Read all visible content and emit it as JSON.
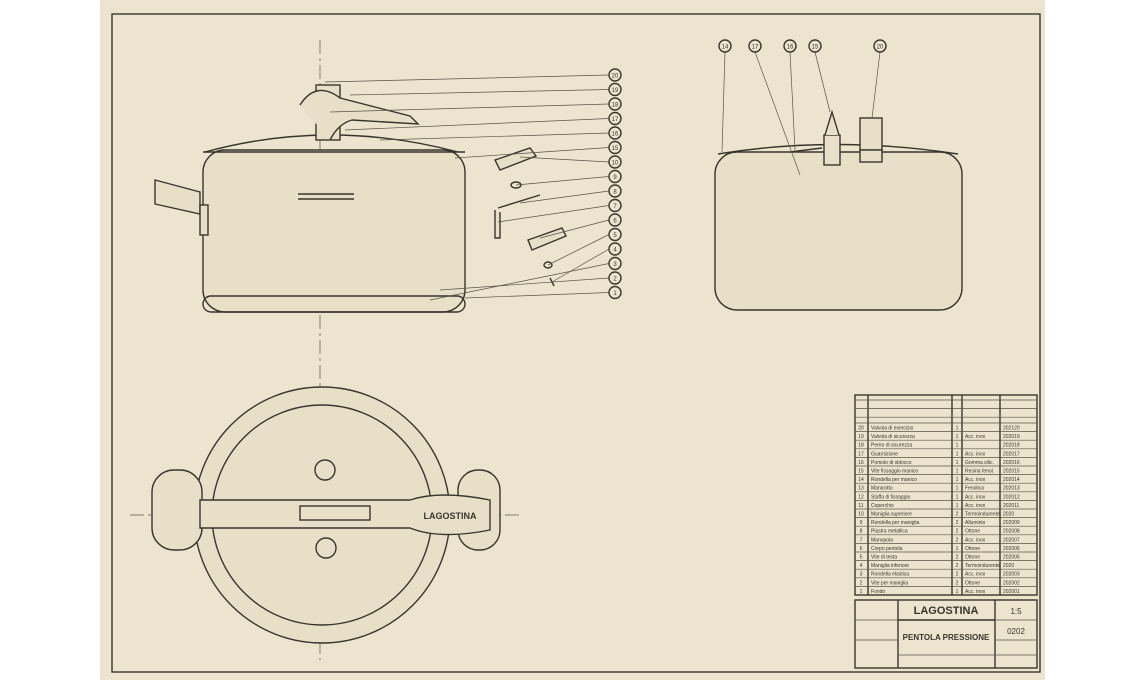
{
  "title_block": {
    "brand": "LAGOSTINA",
    "drawing_title": "PENTOLA PRESSIONE",
    "scale": "1:5",
    "number": "0202"
  },
  "pot_lid_label": "LAGOSTINA",
  "side_view_callouts": [
    "20",
    "19",
    "18",
    "17",
    "16",
    "15",
    "10",
    "9",
    "8",
    "7",
    "6",
    "5",
    "4",
    "3",
    "2",
    "1"
  ],
  "front_view_callouts": [
    "14",
    "17",
    "16",
    "15",
    "20"
  ],
  "parts_list": [
    {
      "n": "20",
      "name": "Valvola di esercizio",
      "qty": "1",
      "material": "",
      "code": "202120"
    },
    {
      "n": "19",
      "name": "Valvola di sicurezza",
      "qty": "1",
      "material": "Acc. inox",
      "code": "202019"
    },
    {
      "n": "18",
      "name": "Perno di sicurezza",
      "qty": "1",
      "material": "",
      "code": "202018"
    },
    {
      "n": "17",
      "name": "Guarnizione",
      "qty": "1",
      "material": "Acc. inox",
      "code": "202017"
    },
    {
      "n": "16",
      "name": "Pomolo di sblocco",
      "qty": "1",
      "material": "Gomma silic.",
      "code": "202016"
    },
    {
      "n": "15",
      "name": "Vite fissaggio manico",
      "qty": "1",
      "material": "Resina fenol.",
      "code": "202015"
    },
    {
      "n": "14",
      "name": "Rondella per manico",
      "qty": "1",
      "material": "Acc. inox",
      "code": "202014"
    },
    {
      "n": "13",
      "name": "Manicotto",
      "qty": "1",
      "material": "Fenolica",
      "code": "202013"
    },
    {
      "n": "12",
      "name": "Staffa di fissaggio",
      "qty": "1",
      "material": "Acc. inox",
      "code": "202012"
    },
    {
      "n": "11",
      "name": "Coperchio",
      "qty": "1",
      "material": "Acc. inox",
      "code": "202011"
    },
    {
      "n": "10",
      "name": "Maniglia superiore",
      "qty": "2",
      "material": "Termoindurente",
      "code": "2020"
    },
    {
      "n": "9",
      "name": "Rondella per maniglia",
      "qty": "2",
      "material": "Alluminio",
      "code": "202009"
    },
    {
      "n": "8",
      "name": "Piastra metallica",
      "qty": "2",
      "material": "Ottone",
      "code": "202008"
    },
    {
      "n": "7",
      "name": "Manopola",
      "qty": "2",
      "material": "Acc. inox",
      "code": "202007"
    },
    {
      "n": "6",
      "name": "Corpo pentola",
      "qty": "1",
      "material": "Ottone",
      "code": "202006"
    },
    {
      "n": "5",
      "name": "Vite di testa",
      "qty": "2",
      "material": "Ottone",
      "code": "202005"
    },
    {
      "n": "4",
      "name": "Maniglia inferiore",
      "qty": "2",
      "material": "Termoindurente",
      "code": "2020"
    },
    {
      "n": "3",
      "name": "Rondella elastica",
      "qty": "2",
      "material": "Acc. inox",
      "code": "202003"
    },
    {
      "n": "2",
      "name": "Vite per maniglia",
      "qty": "2",
      "material": "Ottone",
      "code": "202002"
    },
    {
      "n": "1",
      "name": "Fondo",
      "qty": "1",
      "material": "Acc. inox",
      "code": "202001"
    }
  ]
}
